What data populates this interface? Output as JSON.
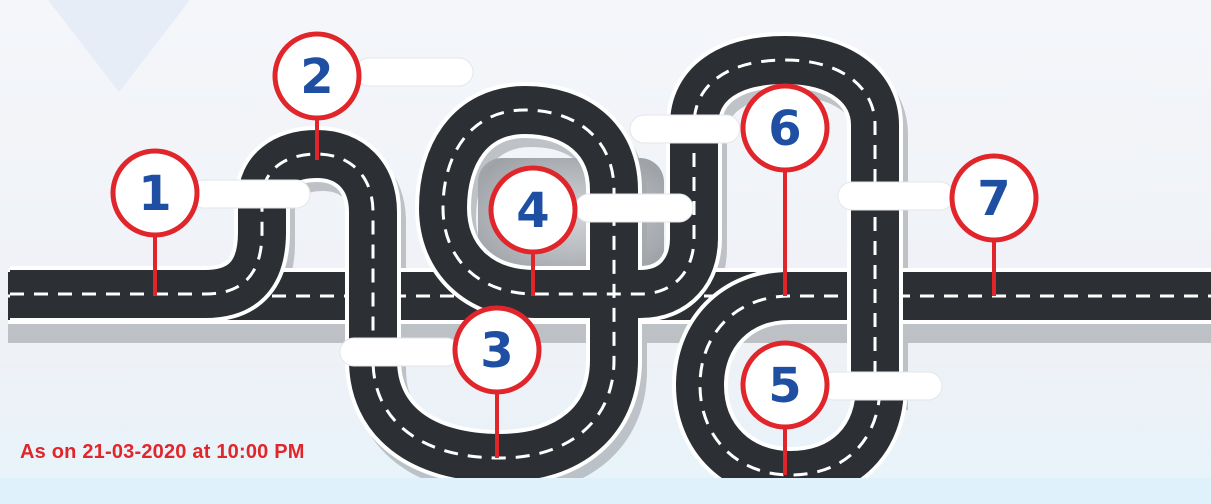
{
  "timestamp": "As on 21-03-2020 at 10:00 PM",
  "colors": {
    "road": "#2c2f33",
    "road_edge": "#ffffff",
    "road_shadow": "#9a9ea3",
    "lane_dash": "#ffffff",
    "marker_ring": "#e0262b",
    "marker_number": "#1f4fa3",
    "pin_line": "#e0262b",
    "timestamp_text": "#e0262b",
    "label_tab": "#ffffff"
  },
  "markers": [
    {
      "number": "1",
      "icon": "map-pin-icon"
    },
    {
      "number": "2",
      "icon": "map-pin-icon"
    },
    {
      "number": "3",
      "icon": "map-pin-icon"
    },
    {
      "number": "4",
      "icon": "map-pin-icon"
    },
    {
      "number": "5",
      "icon": "map-pin-icon"
    },
    {
      "number": "6",
      "icon": "map-pin-icon"
    },
    {
      "number": "7",
      "icon": "map-pin-icon"
    }
  ]
}
